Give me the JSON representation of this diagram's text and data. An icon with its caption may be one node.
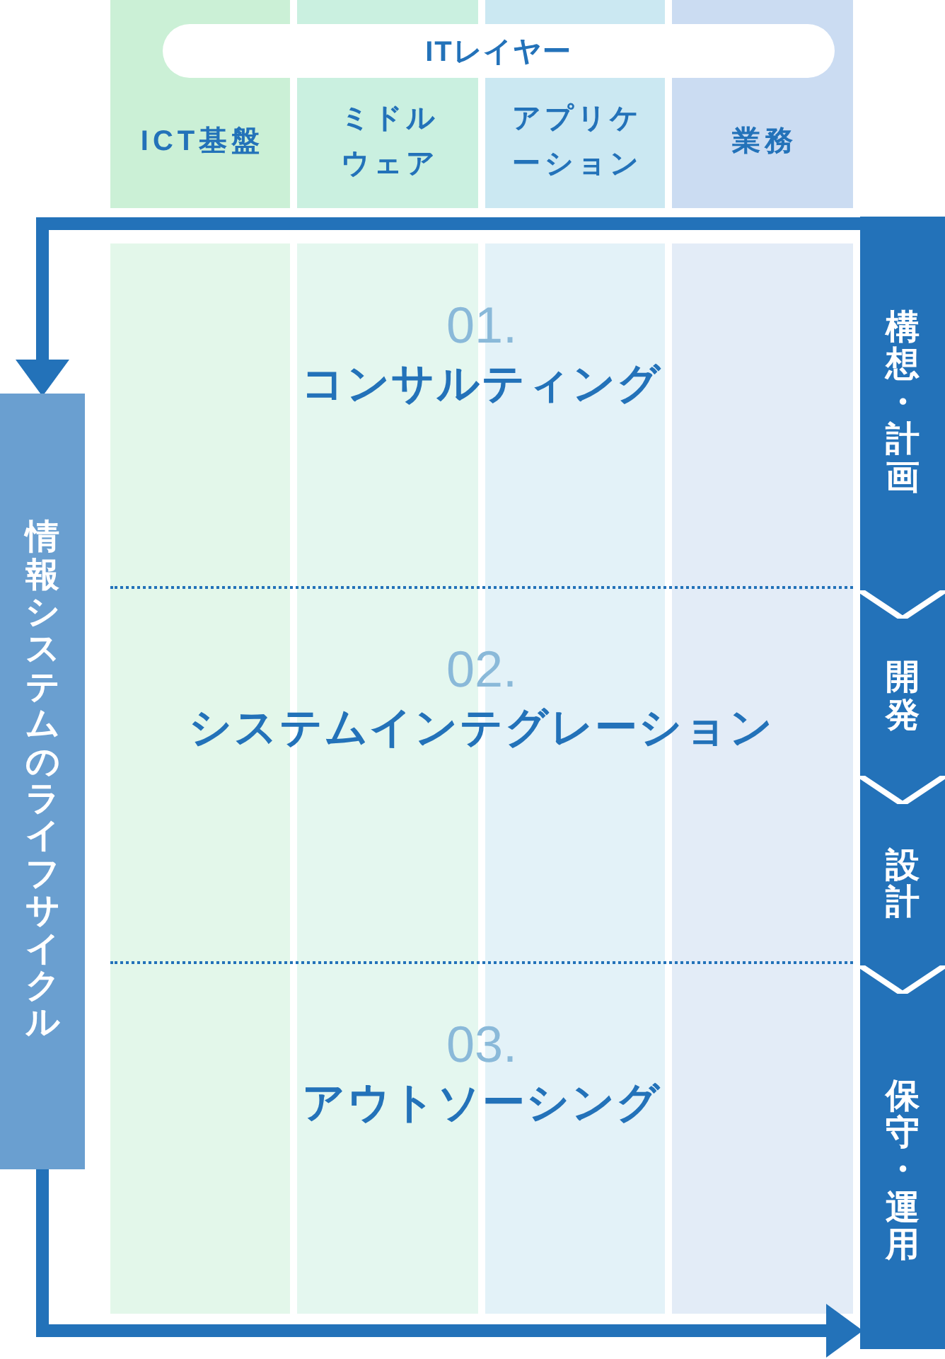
{
  "diagram": {
    "nodes": [
      {
        "text": [
          "ITレイヤー"
        ]
      },
      {
        "text": [
          "ICT基盤"
        ]
      },
      {
        "text": [
          "ミドルウェア"
        ]
      },
      {
        "text": [
          "アプリケーション"
        ]
      },
      {
        "text": [
          "業務"
        ]
      },
      {
        "text": [
          "01.",
          "コンサルティング"
        ]
      },
      {
        "text": [
          "02.",
          "システムインテグレーション"
        ]
      },
      {
        "text": [
          "03.",
          "アウトソーシング"
        ]
      },
      {
        "text": [
          "情報システムのライフサイクル"
        ]
      },
      {
        "text": [
          "構想・計画"
        ]
      },
      {
        "text": [
          "開発"
        ]
      },
      {
        "text": [
          "設計"
        ]
      },
      {
        "text": [
          "保守・運用"
        ]
      }
    ],
    "edges": [
      {
        "from": 9,
        "to": 8,
        "arrow": "to"
      },
      {
        "from": 8,
        "to": 12,
        "arrow": "to"
      },
      {
        "from": 9,
        "to": 10,
        "arrow": "to"
      },
      {
        "from": 10,
        "to": 11,
        "arrow": "to"
      },
      {
        "from": 11,
        "to": 12,
        "arrow": "to"
      }
    ]
  }
}
